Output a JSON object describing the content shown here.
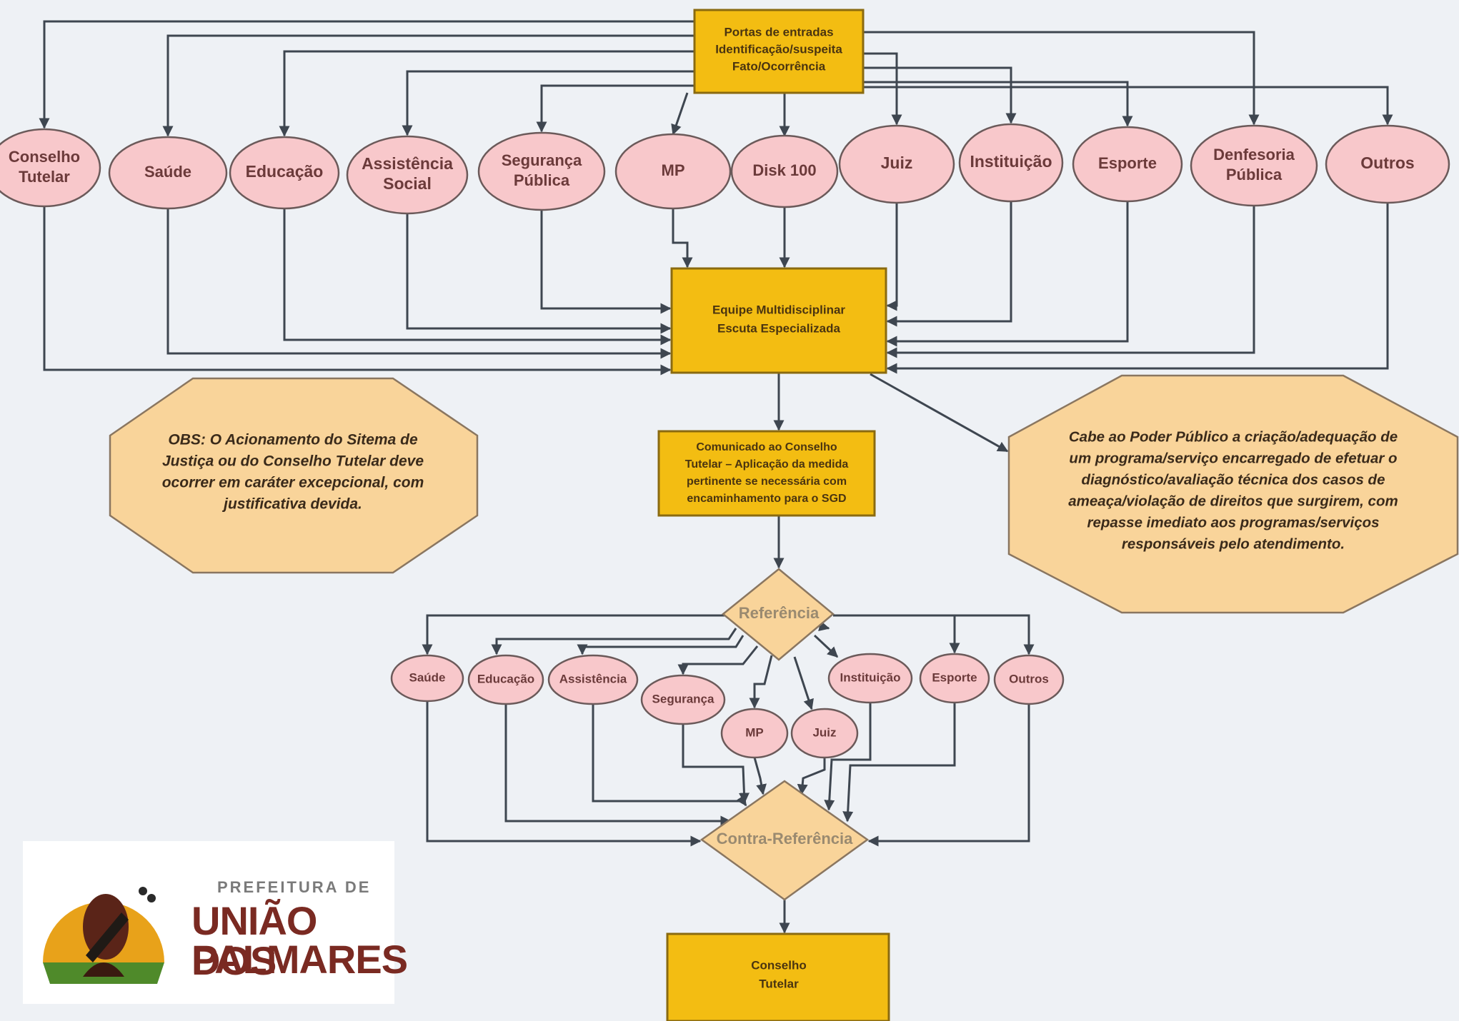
{
  "top_box": {
    "line1": "Portas de entradas",
    "line2": "Identificação/suspeita",
    "line3": "Fato/Ocorrência"
  },
  "entry_nodes": [
    {
      "id": "conselho",
      "lines": [
        "Conselho",
        "Tutelar"
      ]
    },
    {
      "id": "saude",
      "lines": [
        "Saúde"
      ]
    },
    {
      "id": "educacao",
      "lines": [
        "Educação"
      ]
    },
    {
      "id": "assistencia",
      "lines": [
        "Assistência",
        "Social"
      ]
    },
    {
      "id": "seguranca",
      "lines": [
        "Segurança",
        "Pública"
      ]
    },
    {
      "id": "mp",
      "lines": [
        "MP"
      ]
    },
    {
      "id": "disk100",
      "lines": [
        "Disk 100"
      ]
    },
    {
      "id": "juiz",
      "lines": [
        "Juiz"
      ]
    },
    {
      "id": "instituicao",
      "lines": [
        "Instituição"
      ]
    },
    {
      "id": "esporte",
      "lines": [
        "Esporte"
      ]
    },
    {
      "id": "defensoria",
      "lines": [
        "Denfesoria",
        "Pública"
      ]
    },
    {
      "id": "outros",
      "lines": [
        "Outros"
      ]
    }
  ],
  "equipe_box": {
    "line1": "Equipe Multidisciplinar",
    "line2": "Escuta Especializada"
  },
  "comunicado_box": {
    "lines": [
      "Comunicado ao Conselho",
      "Tutelar – Aplicação da medida",
      "pertinente se necessária com",
      "encaminhamento para o SGD"
    ]
  },
  "obs_note": {
    "lines": [
      "OBS: O Acionamento do Sitema de",
      "Justiça ou do Conselho Tutelar deve",
      "ocorrer em caráter excepcional, com",
      "justificativa devida."
    ]
  },
  "right_note": {
    "lines": [
      "Cabe ao Poder Público a criação/adequação de",
      "um programa/serviço encarregado de efetuar o",
      "diagnóstico/avaliação técnica dos casos de",
      "ameaça/violação de direitos que surgirem, com",
      "repasse imediato aos programas/serviços",
      "responsáveis pelo atendimento."
    ]
  },
  "referencia": "Referência",
  "ref_nodes": [
    {
      "id": "saude",
      "label": "Saúde"
    },
    {
      "id": "educacao",
      "label": "Educação"
    },
    {
      "id": "assistencia",
      "label": "Assistência"
    },
    {
      "id": "seguranca",
      "label": "Segurança"
    },
    {
      "id": "mp",
      "label": "MP"
    },
    {
      "id": "juiz",
      "label": "Juiz"
    },
    {
      "id": "instituicao",
      "label": "Instituição"
    },
    {
      "id": "esporte",
      "label": "Esporte"
    },
    {
      "id": "outros",
      "label": "Outros"
    }
  ],
  "contra_referencia": "Contra-Referência",
  "final_box": {
    "line1": "Conselho",
    "line2": "Tutelar"
  },
  "logo": {
    "prefeitura": "PREFEITURA DE",
    "name_line1": "UNIÃO DOS",
    "name_line2": "PALMARES"
  },
  "colors": {
    "node_fill": "#f8c8cb",
    "node_stroke": "#6b5a5a",
    "box_fill": "#f3bd12",
    "box_stroke": "#8a6a10",
    "note_fill": "#f9d49a",
    "note_stroke": "#8a7660",
    "wire": "#3e4650",
    "background": "#eef1f5"
  }
}
